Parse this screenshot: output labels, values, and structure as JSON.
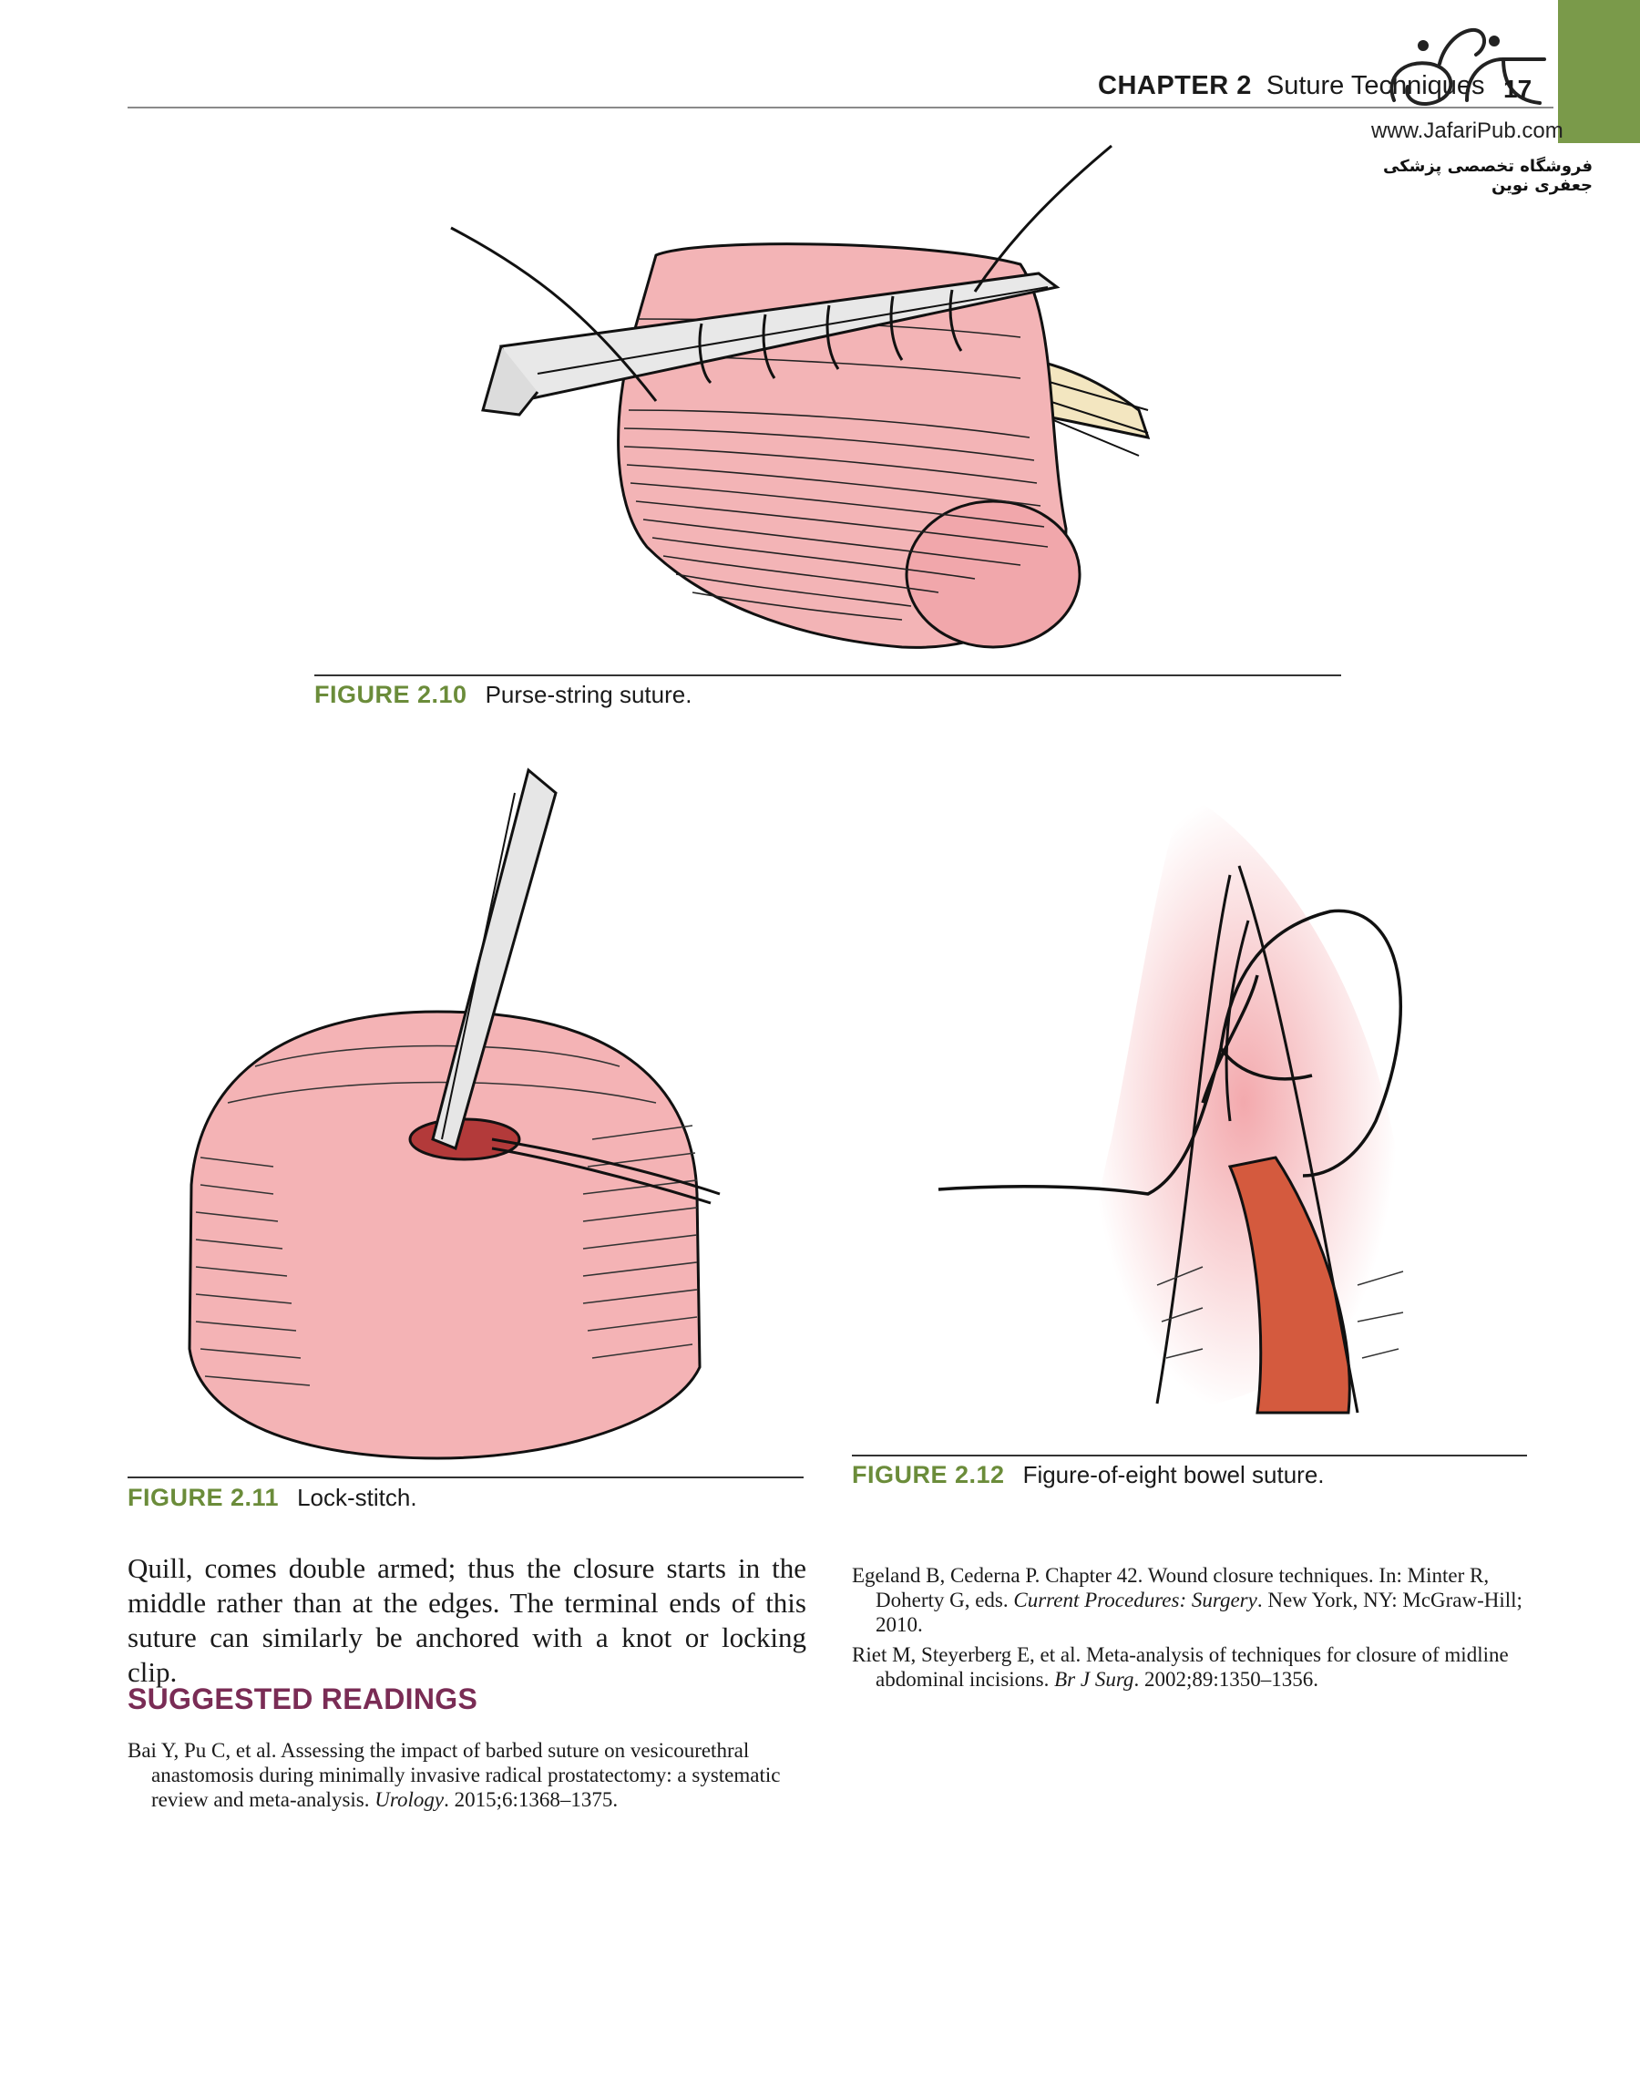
{
  "header": {
    "chapter": "CHAPTER 2",
    "title": "Suture Techniques",
    "page_number": "17",
    "publisher_url": "www.JafariPub.com",
    "publisher_name": "فروشگاه تخصصی پزشکی جعفری نوین",
    "tab_color": "#7a9a4a"
  },
  "figures": [
    {
      "label": "FIGURE 2.10",
      "caption": "Purse-string suture."
    },
    {
      "label": "FIGURE 2.11",
      "caption": "Lock-stitch."
    },
    {
      "label": "FIGURE 2.12",
      "caption": "Figure-of-eight bowel suture."
    }
  ],
  "body": {
    "paragraph": "Quill, comes double armed; thus the closure starts in the middle rather than at the edges. The terminal ends of this suture can similarly be anchored with a knot or locking clip."
  },
  "readings": {
    "heading": "SUGGESTED READINGS",
    "refs": [
      {
        "text": "Bai Y, Pu C, et al. Assessing the impact of barbed suture on vesicourethral anastomosis during minimally invasive radical prostatectomy: a systematic review and meta-analysis. ",
        "journal": "Urology",
        "tail": ". 2015;6:1368–1375."
      },
      {
        "text": "Egeland B, Cederna P. Chapter 42. Wound closure techniques. In: Minter R, Doherty G, eds. ",
        "journal": "Current Procedures: Surgery",
        "tail": ". New York, NY: McGraw-Hill; 2010."
      },
      {
        "text": "Riet M, Steyerberg E, et al. Meta-analysis of techniques for closure of midline abdominal incisions. ",
        "journal": "Br J Surg",
        "tail": ". 2002;89:1350–1356."
      }
    ]
  },
  "colors": {
    "accent_green": "#6b8c3a",
    "heading_maroon": "#7a2c55",
    "tissue_pink": "#f2b5b8"
  }
}
